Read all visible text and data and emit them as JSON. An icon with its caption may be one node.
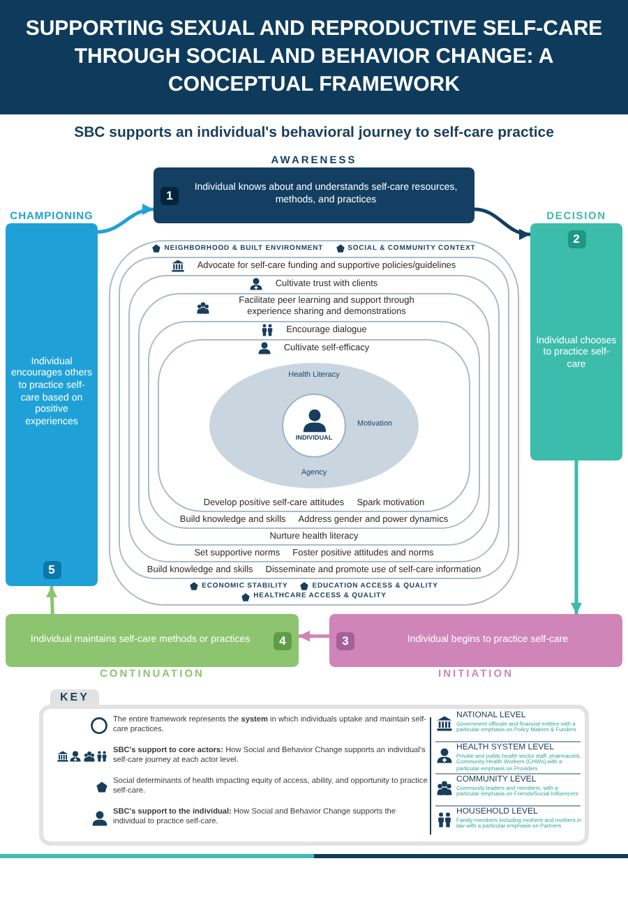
{
  "diagram": {
    "title": "SUPPORTING SEXUAL AND REPRODUCTIVE SELF-CARE THROUGH SOCIAL AND BEHAVIOR CHANGE: A CONCEPTUAL FRAMEWORK",
    "nodes": [
      {
        "text": [
          "AWARENESS",
          "1",
          "Individual knows about and understands self-care resources, methods, and practices"
        ]
      },
      {
        "text": [
          "DECISION",
          "2",
          "Individual chooses to practice self-care"
        ]
      },
      {
        "text": [
          "3",
          "Individual begins to practice self-care",
          "INITIATION"
        ]
      },
      {
        "text": [
          "Individual maintains self-care methods or practices",
          "4",
          "CONTINUATION"
        ]
      },
      {
        "text": [
          "CHAMPIONING",
          "Individual encourages others to practice self-care based on positive experiences",
          "5"
        ]
      },
      {
        "text": [
          "NEIGHBORHOOD & BUILT ENVIRONMENT",
          "SOCIAL & COMMUNITY CONTEXT",
          "ECONOMIC STABILITY",
          "EDUCATION ACCESS & QUALITY",
          "HEALTHCARE ACCESS & QUALITY"
        ]
      },
      {
        "text": [
          "Advocate for self-care funding and supportive policies/guidelines",
          "Build knowledge and skills",
          "Disseminate and promote use of self-care information"
        ],
        "in": 5
      },
      {
        "text": [
          "Cultivate trust with clients",
          "Set supportive norms",
          "Foster positive attitudes and norms"
        ],
        "in": 6
      },
      {
        "text": [
          "Facilitate peer learning and support through experience sharing and demonstrations",
          "Nurture health literacy"
        ],
        "in": 7
      },
      {
        "text": [
          "Encourage dialogue",
          "Build knowledge and skills",
          "Address gender and power dynamics"
        ],
        "in": 8
      },
      {
        "text": [
          "Cultivate self-efficacy",
          "Develop positive self-care attitudes",
          "Spark motivation"
        ],
        "in": 9
      },
      {
        "text": [
          "Health Literacy",
          "Motivation",
          "Agency"
        ],
        "in": 10
      },
      {
        "text": [
          "INDIVIDUAL"
        ],
        "in": 11
      }
    ],
    "edges": [
      {
        "from": 0,
        "to": 1,
        "arrow": "to",
        "color": "#123f62"
      },
      {
        "from": 1,
        "to": 2,
        "arrow": "to",
        "color": "#3cbcaa"
      },
      {
        "from": 2,
        "to": 3,
        "arrow": "to",
        "color": "#cf85b8"
      },
      {
        "from": 3,
        "to": 4,
        "arrow": "to",
        "color": "#8cc46f"
      },
      {
        "from": 4,
        "to": 0,
        "arrow": "to",
        "color": "#1fa1d8"
      }
    ],
    "labels": [
      "SBC supports an individual's behavioral journey to self-care practice",
      "KEY",
      "NATIONAL LEVEL",
      "Government officials and financial entities with a particular emphasis on Policy Makers & Funders",
      "HEALTH SYSTEM LEVEL",
      "Private and public health sector staff, pharmacists, Community Health Workers (CHWs) with a particular emphasis on Providers",
      "COMMUNITY LEVEL",
      "Community leaders and members, with a particular emphasis on Friends/Social Influencers",
      "HOUSEHOLD LEVEL",
      "Family members including mothers and mothers in law with a particular emphasis on Partners"
    ],
    "legend": [
      {
        "text": "The entire framework represents the **system** in which individuals uptake and maintain self-care practices."
      },
      {
        "text": "**SBC's support to core actors:** How Social and Behavior Change supports an individual's self-care journey at each actor level."
      },
      {
        "text": "Social determinants of health impacting equity of access, ability, and opportunity to practice self-care."
      },
      {
        "text": "**SBC's support to the individual:** How Social and Behavior Change supports the individual to practice self-care."
      }
    ]
  }
}
